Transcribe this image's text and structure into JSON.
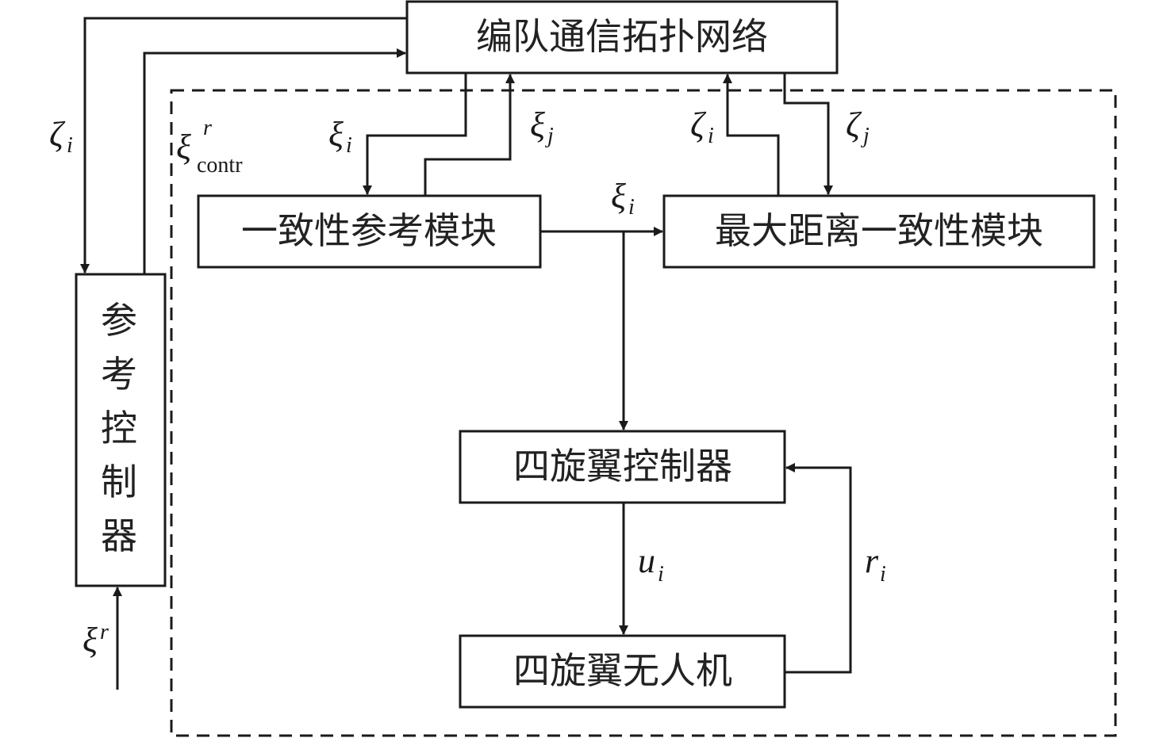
{
  "diagram": {
    "title": "",
    "blocks": {
      "network": "编队通信拓扑网络",
      "consensus_ref": "一致性参考模块",
      "max_dist": "最大距离一致性模块",
      "ref_ctrl": [
        "参",
        "考",
        "控",
        "制",
        "器"
      ],
      "quad_ctrl": "四旋翼控制器",
      "quad_uav": "四旋翼无人机"
    },
    "signals": {
      "zeta_i_left": {
        "base": "ζ",
        "sub": "i"
      },
      "xi_contr": {
        "base": "ξ",
        "sup": "r",
        "sub": "contr"
      },
      "xi_i_top": {
        "base": "ξ",
        "sub": "i"
      },
      "xi_j_top": {
        "base": "ξ",
        "sub": "j"
      },
      "zeta_i_right": {
        "base": "ζ",
        "sub": "i"
      },
      "zeta_j_right": {
        "base": "ζ",
        "sub": "j"
      },
      "xi_i_mid": {
        "base": "ξ",
        "sub": "i"
      },
      "u_i": {
        "base": "u",
        "sub": "i"
      },
      "r_i": {
        "base": "r",
        "sub": "i"
      },
      "xi_r_bottom": {
        "base": "ξ",
        "sup": "r"
      }
    }
  }
}
